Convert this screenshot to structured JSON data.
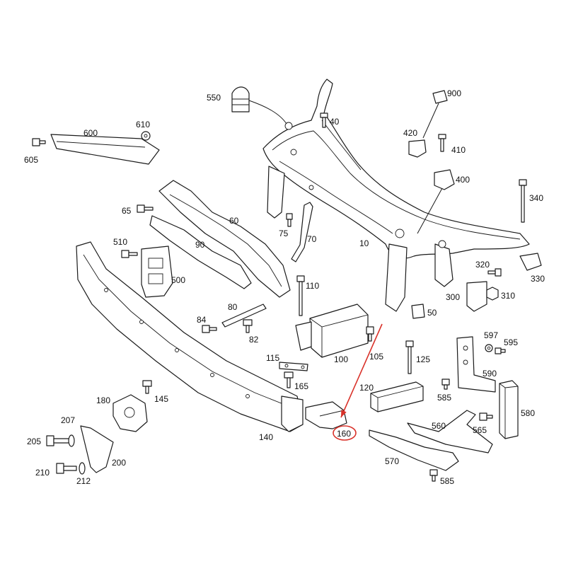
{
  "labels": {
    "p10": "10",
    "p40": "40",
    "p50": "50",
    "p60": "60",
    "p65": "65",
    "p70": "70",
    "p75": "75",
    "p80": "80",
    "p82": "82",
    "p84": "84",
    "p90": "90",
    "p100": "100",
    "p105": "105",
    "p110": "110",
    "p115": "115",
    "p120": "120",
    "p125": "125",
    "p140": "140",
    "p145": "145",
    "p160": "160",
    "p165": "165",
    "p180": "180",
    "p200": "200",
    "p205": "205",
    "p207": "207",
    "p210": "210",
    "p212": "212",
    "p300": "300",
    "p310": "310",
    "p320": "320",
    "p330": "330",
    "p340": "340",
    "p400": "400",
    "p410": "410",
    "p420": "420",
    "p500": "500",
    "p510": "510",
    "p550": "550",
    "p560": "560",
    "p565": "565",
    "p570": "570",
    "p580": "580",
    "p585a": "585",
    "p585b": "585",
    "p590": "590",
    "p595": "595",
    "p597": "597",
    "p600": "600",
    "p605": "605",
    "p610": "610",
    "p900": "900"
  },
  "highlight": {
    "part": "160",
    "color": "#d9322a"
  }
}
